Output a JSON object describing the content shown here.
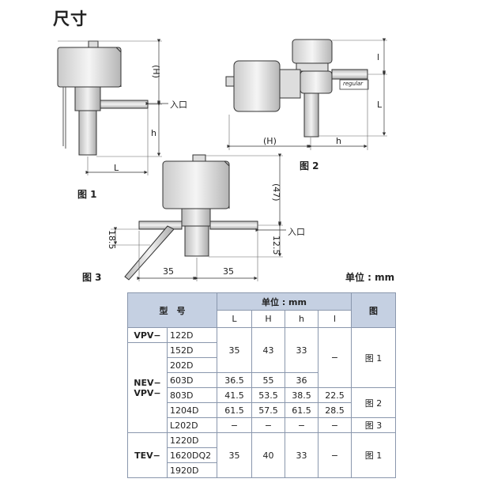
{
  "title": "尺寸",
  "figures": {
    "fig1": {
      "label": "图 1",
      "dims": {
        "H": "(H)",
        "h": "h",
        "L": "L"
      },
      "inlet": "入口"
    },
    "fig2": {
      "label": "图 2",
      "dims": {
        "H": "(H)",
        "h": "h",
        "l": "l",
        "L": "L"
      },
      "regular": "regular"
    },
    "fig3": {
      "label": "图 3",
      "dims": {
        "h47": "(47)",
        "d18": "18.5",
        "d12": "12.5",
        "w35a": "35",
        "w35b": "35"
      },
      "inlet": "入口"
    }
  },
  "unit_label": "单位 : mm",
  "table": {
    "head_model": "型　号",
    "head_unit": "单位 : mm",
    "head_fig": "图",
    "cols": [
      "L",
      "H",
      "h",
      "l"
    ],
    "prefix_vpv": "VPV−",
    "prefix_nev": "NEV−",
    "prefix_nev_vpv": "VPV−",
    "prefix_tev": "TEV−",
    "rows": [
      {
        "model": "122D"
      },
      {
        "model": "152D"
      },
      {
        "model": "202D"
      },
      {
        "model": "603D"
      },
      {
        "model": "803D"
      },
      {
        "model": "1204D"
      },
      {
        "model": "L202D"
      },
      {
        "model": "1220D"
      },
      {
        "model": "1620DQ2"
      },
      {
        "model": "1920D"
      }
    ],
    "g1": {
      "L": "35",
      "H": "43",
      "h": "33",
      "l": "−",
      "fig": "图 1"
    },
    "r603": {
      "L": "36.5",
      "H": "55",
      "h": "36"
    },
    "r803": {
      "L": "41.5",
      "H": "53.5",
      "h": "38.5",
      "l": "22.5"
    },
    "r1204": {
      "L": "61.5",
      "H": "57.5",
      "h": "61.5",
      "l": "28.5"
    },
    "fig2": "图 2",
    "rl202": {
      "L": "−",
      "H": "−",
      "h": "−",
      "l": "−",
      "fig": "图 3"
    },
    "gtev": {
      "L": "35",
      "H": "40",
      "h": "33",
      "l": "−",
      "fig": "图 1"
    }
  }
}
